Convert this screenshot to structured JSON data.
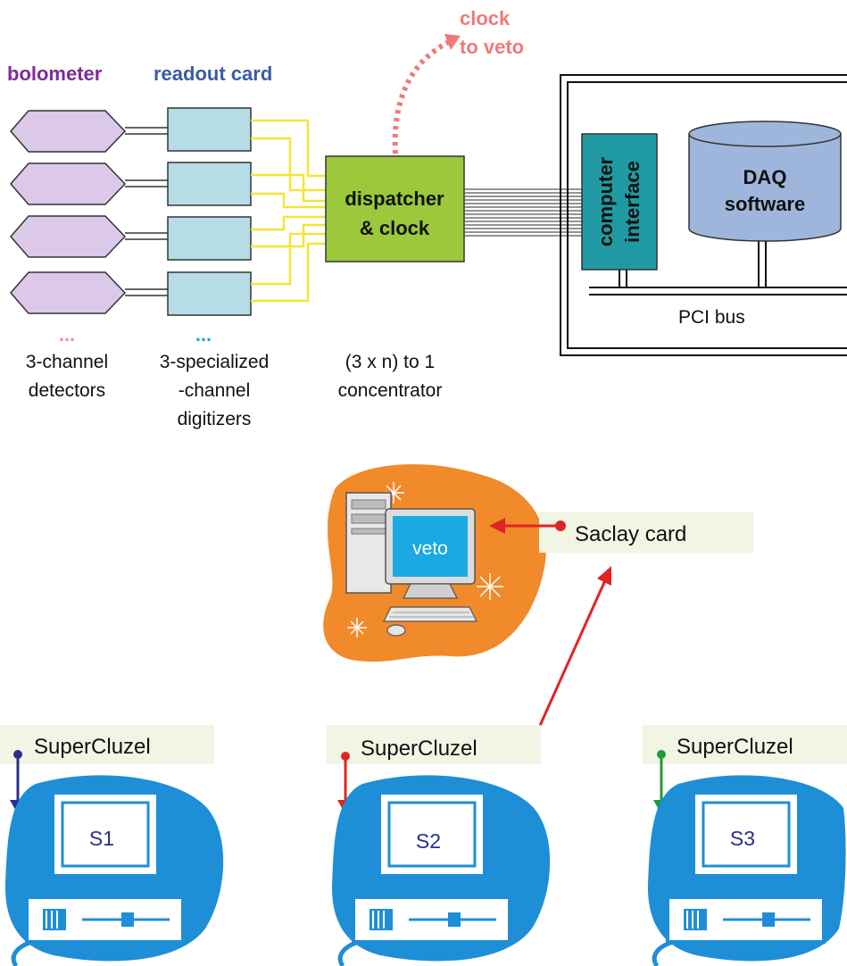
{
  "labels": {
    "bolometer": "bolometer",
    "readout_card": "readout card",
    "clock_line1": "clock",
    "clock_line2": "to veto",
    "dispatcher_line1": "dispatcher",
    "dispatcher_line2": "& clock",
    "computer_interface_line1": "computer",
    "computer_interface_line2": "interface",
    "daq_line1": "DAQ",
    "daq_line2": "software",
    "pci_bus": "PCI bus",
    "detectors_dots": "...",
    "digitizers_dots": "...",
    "detectors_line1": "3-channel",
    "detectors_line2": "detectors",
    "digitizers_line1": "3-specialized",
    "digitizers_line2": "-channel",
    "digitizers_line3": "digitizers",
    "concentrator_line1": "(3 x n) to 1",
    "concentrator_line2": "concentrator",
    "veto": "veto",
    "saclay_card": "Saclay card",
    "supercluzel_1": "SuperCluzel",
    "supercluzel_2": "SuperCluzel",
    "supercluzel_3": "SuperCluzel",
    "s1": "S1",
    "s2": "S2",
    "s3": "S3"
  },
  "colors": {
    "bolometer": "#7b2d96",
    "readout_card": "#3a5ba8",
    "clock": "#f07a7a",
    "detector_fill": "#dcc8e8",
    "card_fill": "#b6dde6",
    "dispatcher_fill": "#9bc93b",
    "interface_fill": "#1f9aa3",
    "daq_fill": "#9fb6dc",
    "yellow_wire": "#f4e536",
    "label_box": "#f2f5e4",
    "veto_blob": "#f08a2a",
    "pc_blue": "#1e8fd6",
    "arrow_navy": "#2a2f8a",
    "arrow_red": "#e02424",
    "arrow_green": "#1f9a3a"
  }
}
